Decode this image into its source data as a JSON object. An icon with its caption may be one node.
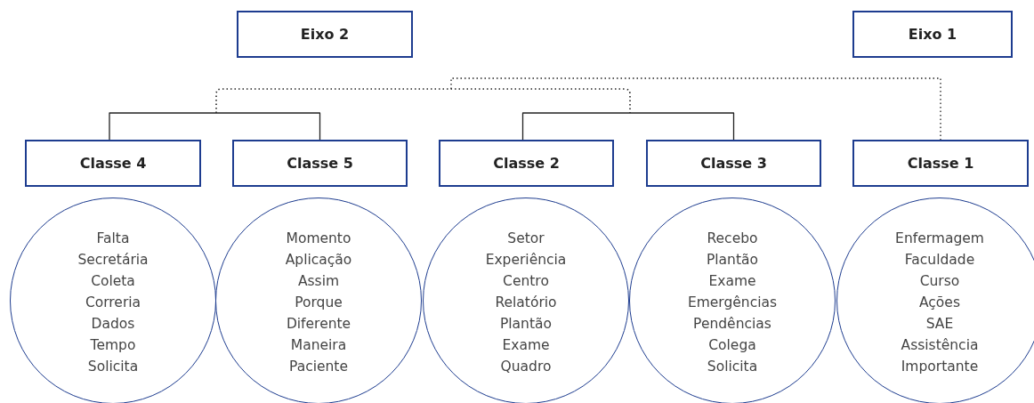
{
  "diagram": {
    "nodes": [
      {
        "text": [
          "Eixo 2"
        ]
      },
      {
        "text": [
          "Eixo 1"
        ]
      },
      {
        "text": [
          "Classe 4"
        ]
      },
      {
        "text": [
          "Classe 5"
        ]
      },
      {
        "text": [
          "Classe 2"
        ]
      },
      {
        "text": [
          "Classe 3"
        ]
      },
      {
        "text": [
          "Classe 1"
        ]
      },
      {
        "text": [
          "Falta",
          "Secretária",
          "Coleta",
          "Correria",
          "Dados",
          "Tempo",
          "Solicita"
        ]
      },
      {
        "text": [
          "Momento",
          "Aplicação",
          "Assim",
          "Porque",
          "Diferente",
          "Maneira",
          "Paciente"
        ]
      },
      {
        "text": [
          "Setor",
          "Experiência",
          "Centro",
          "Relatório",
          "Plantão",
          "Exame",
          "Quadro"
        ]
      },
      {
        "text": [
          "Recebo",
          "Plantão",
          "Exame",
          "Emergências",
          "Pendências",
          "Colega",
          "Solicita"
        ]
      },
      {
        "text": [
          "Enfermagem",
          "Faculdade",
          "Curso",
          "Ações",
          "SAE",
          "Assistência",
          "Importante"
        ]
      }
    ],
    "edges": [
      {
        "from": 2,
        "to": 3,
        "arrow": "none"
      },
      {
        "from": 4,
        "to": 5,
        "arrow": "none"
      },
      {
        "from": null,
        "to": 6,
        "arrow": "none",
        "style": "dashed"
      }
    ]
  }
}
